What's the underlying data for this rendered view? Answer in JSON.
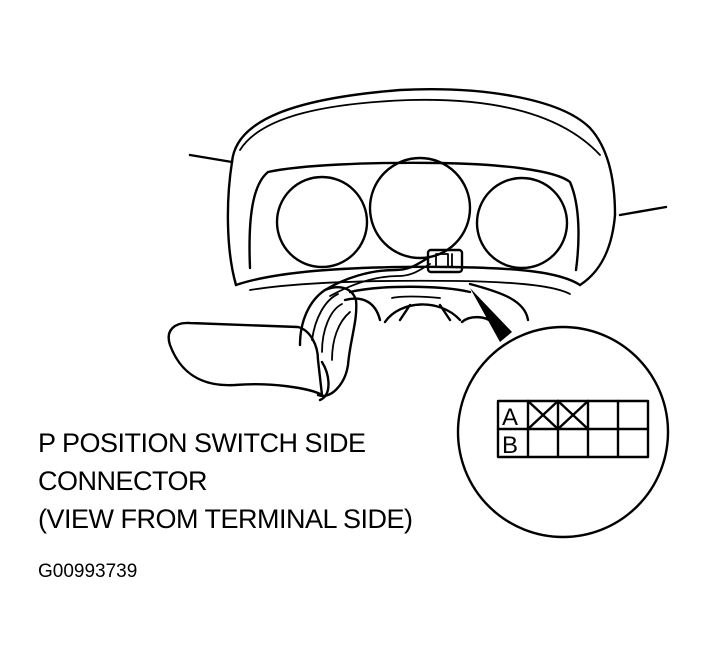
{
  "caption": {
    "line1": "P POSITION SWITCH SIDE",
    "line2": "CONNECTOR",
    "line3": "(VIEW FROM TERMINAL SIDE)"
  },
  "figure_id": "G00993739",
  "connector": {
    "rows": [
      {
        "label": "A",
        "cells": [
          "x",
          "x",
          "",
          ""
        ]
      },
      {
        "label": "B",
        "cells": [
          "",
          "",
          "",
          ""
        ]
      }
    ]
  }
}
